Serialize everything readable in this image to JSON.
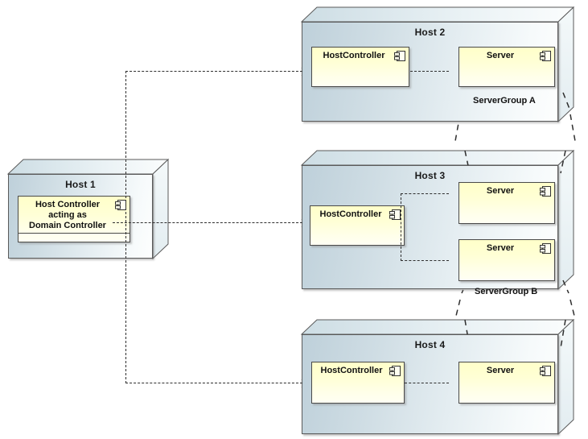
{
  "diagram": {
    "type": "uml-deployment-diagram",
    "title": "",
    "colors": {
      "node_fill_left": "#bed0da",
      "node_fill_right": "#fdfefe",
      "node_border": "#5a5a5a",
      "component_fill_top": "#ffffc9",
      "component_fill_bottom": "#fffff4",
      "component_border": "#4a4a4a",
      "connector": "#2e2e2e",
      "text": "#111111"
    }
  },
  "nodes": [
    {
      "id": "host1",
      "label": "Host 1",
      "components": [
        {
          "id": "host1-hc",
          "label": "Host Controller\nacting as\nDomain Controller",
          "icon": "component-icon",
          "has_empty_compartment": true
        }
      ]
    },
    {
      "id": "host2",
      "label": "Host 2",
      "components": [
        {
          "id": "host2-hc",
          "label": "HostController",
          "icon": "component-icon",
          "has_empty_compartment": false
        },
        {
          "id": "host2-srv",
          "label": "Server",
          "icon": "component-icon",
          "has_empty_compartment": false
        }
      ]
    },
    {
      "id": "host3",
      "label": "Host 3",
      "components": [
        {
          "id": "host3-hc",
          "label": "HostController",
          "icon": "component-icon",
          "has_empty_compartment": false
        },
        {
          "id": "host3-srv1",
          "label": "Server",
          "icon": "component-icon",
          "has_empty_compartment": false
        },
        {
          "id": "host3-srv2",
          "label": "Server",
          "icon": "component-icon",
          "has_empty_compartment": false
        }
      ]
    },
    {
      "id": "host4",
      "label": "Host 4",
      "components": [
        {
          "id": "host4-hc",
          "label": "HostController",
          "icon": "component-icon",
          "has_empty_compartment": false
        },
        {
          "id": "host4-srv",
          "label": "Server",
          "icon": "component-icon",
          "has_empty_compartment": false
        }
      ]
    }
  ],
  "groups": [
    {
      "id": "group-a",
      "label": "ServerGroup A",
      "members": [
        "host2-srv",
        "host3-srv1"
      ]
    },
    {
      "id": "group-b",
      "label": "ServerGroup B",
      "members": [
        "host3-srv2",
        "host4-srv"
      ]
    }
  ],
  "connections": [
    {
      "from": "host1-hc",
      "to": "host2-hc",
      "style": "dashed-arrow"
    },
    {
      "from": "host1-hc",
      "to": "host3-hc",
      "style": "dashed-arrow"
    },
    {
      "from": "host1-hc",
      "to": "host4-hc",
      "style": "dashed-arrow"
    },
    {
      "from": "host2-hc",
      "to": "host2-srv",
      "style": "dashed-arrow"
    },
    {
      "from": "host3-hc",
      "to": "host3-srv1",
      "style": "dashed-arrow"
    },
    {
      "from": "host3-hc",
      "to": "host3-srv2",
      "style": "dashed-arrow"
    },
    {
      "from": "host4-hc",
      "to": "host4-srv",
      "style": "dashed-arrow"
    }
  ]
}
